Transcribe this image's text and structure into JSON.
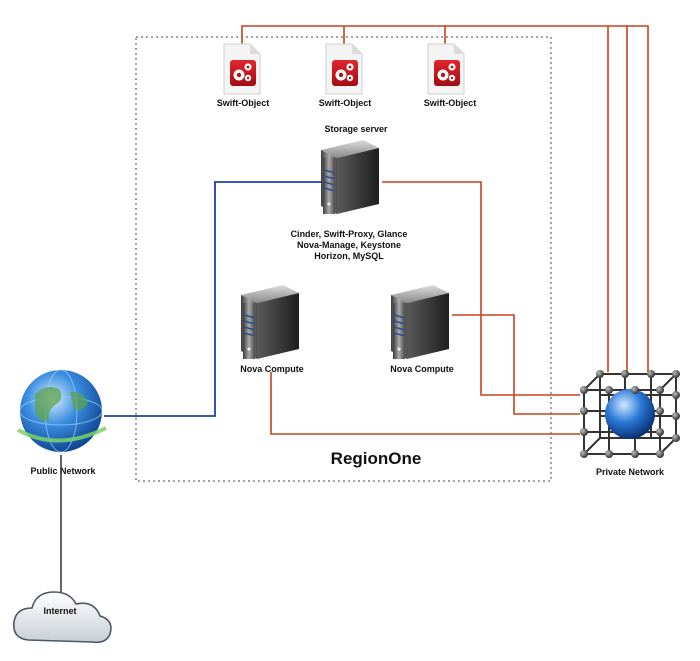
{
  "diagram": {
    "region_label": "RegionOne",
    "storage_server": {
      "title": "Storage server",
      "services": [
        "Cinder, Swift-Proxy, Glance",
        "Nova-Manage, Keystone",
        "Horizon, MySQL"
      ]
    },
    "swift_objects": [
      {
        "label": "Swift-Object"
      },
      {
        "label": "Swift-Object"
      },
      {
        "label": "Swift-Object"
      }
    ],
    "compute_nodes": [
      {
        "label": "Nova Compute"
      },
      {
        "label": "Nova Compute"
      }
    ],
    "public_network": {
      "label": "Public Network"
    },
    "private_network": {
      "label": "Private Network"
    },
    "internet": {
      "label": "Internet"
    },
    "colors": {
      "private_link": "#c8401f",
      "public_link": "#1f3fa8",
      "internet_link": "#222222",
      "doc_icon_red": "#c0141a",
      "server_gray": "#6f6f6f"
    },
    "icons": [
      "document-gear-icon",
      "server-icon",
      "globe-icon",
      "network-cube-icon",
      "cloud-icon"
    ]
  }
}
